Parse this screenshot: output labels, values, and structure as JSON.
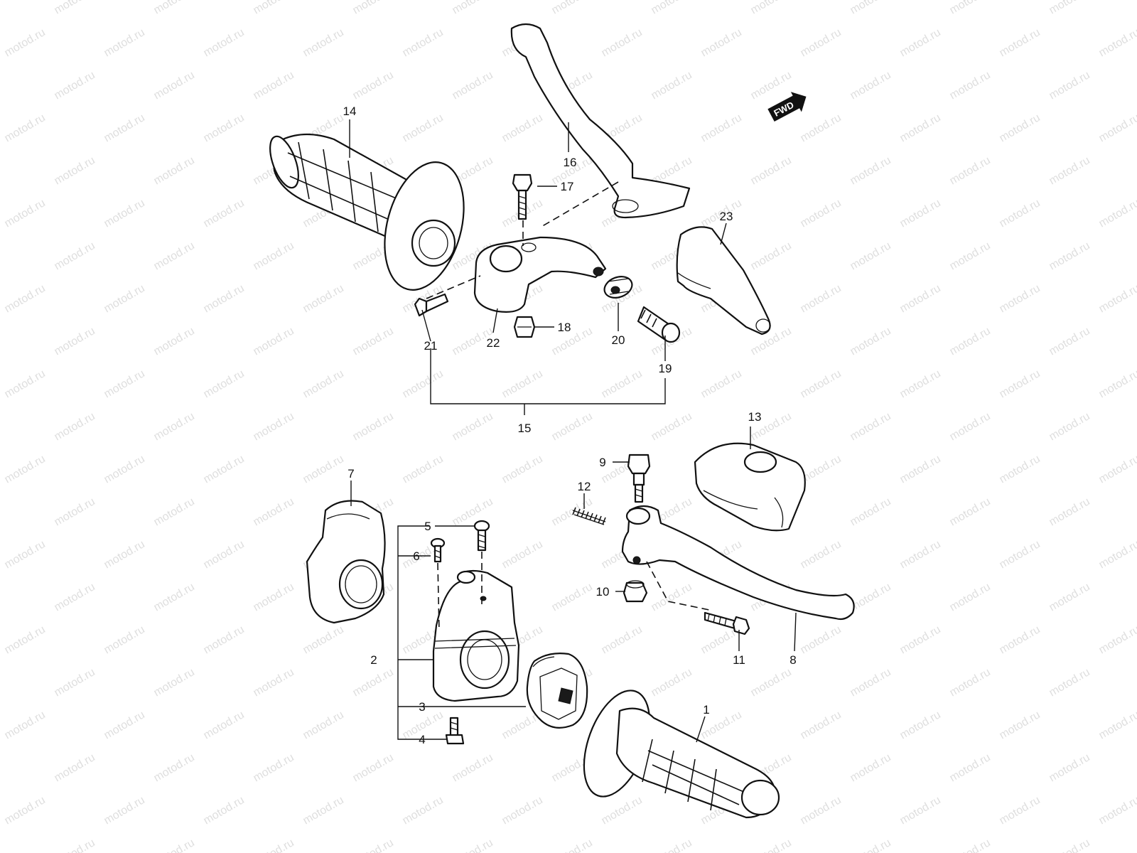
{
  "watermark": "motod.ru",
  "fwd_badge": "FWD",
  "labels": {
    "l1": "1",
    "l2": "2",
    "l3": "3",
    "l4": "4",
    "l5": "5",
    "l6": "6",
    "l7": "7",
    "l8": "8",
    "l9": "9",
    "l10": "10",
    "l11": "11",
    "l12": "12",
    "l13": "13",
    "l14": "14",
    "l15": "15",
    "l16": "16",
    "l17": "17",
    "l18": "18",
    "l19": "19",
    "l20": "20",
    "l21": "21",
    "l22": "22",
    "l23": "23"
  }
}
